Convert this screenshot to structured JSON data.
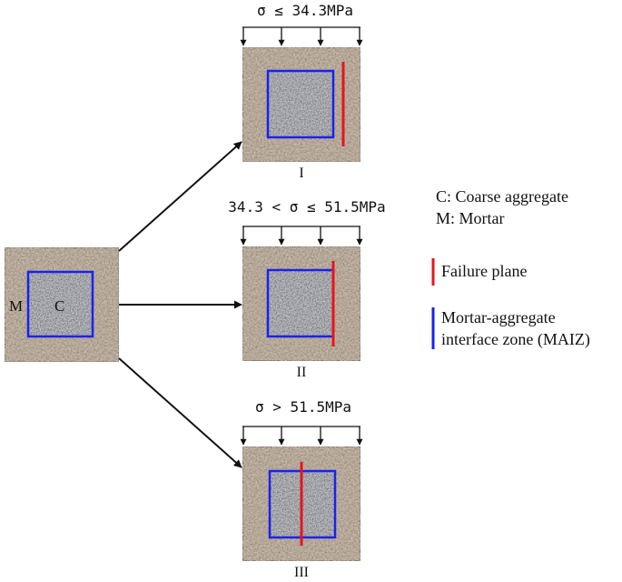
{
  "labels": {
    "mortar_marker": "M",
    "aggregate_marker": "C",
    "panels": [
      {
        "stress": "σ ≤ 34.3MPa",
        "roman": "I"
      },
      {
        "stress": "34.3 < σ ≤ 51.5MPa",
        "roman": "II"
      },
      {
        "stress": "σ > 51.5MPa",
        "roman": "III"
      }
    ]
  },
  "legend": {
    "c_line": "C: Coarse aggregate",
    "m_line": "M: Mortar",
    "failure_plane": "Failure plane",
    "maiz_line1": "Mortar-aggregate",
    "maiz_line2": "interface zone (MAIZ)"
  },
  "colors": {
    "mortar": "#8f7f6f",
    "aggregate": "#c9cacd",
    "interface": "#1a22ee",
    "failure": "#e8141c",
    "outline": "#111111"
  }
}
